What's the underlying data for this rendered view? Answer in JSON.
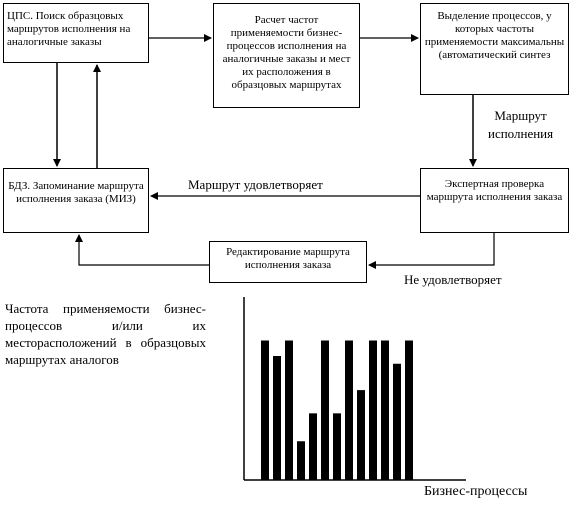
{
  "flowchart": {
    "boxes": {
      "cps": "ЦПС. Поиск образцовых маршрутов исполнения на аналогичные заказы",
      "calc": "Расчет частот применяемости бизнес-процессов исполнения на аналогичные заказы и мест их расположения в образцовых маршрутах",
      "select": "Выделение процессов, у которых частоты применяемости максимальны (автоматический синтез",
      "bdz": "БДЗ. Запоминание маршрута исполнения заказа (МИЗ)",
      "expert": "Экспертная проверка маршрута исполнения заказа",
      "edit": "Редактирование маршрута исполнения заказа"
    },
    "labels": {
      "route_line1": "Маршрут",
      "route_line2": "исполнения",
      "satisfies": "Маршрут удовлетворяет",
      "not_satisfies": "Не удовлетворяет"
    }
  },
  "chart_data": {
    "type": "bar",
    "title": "Частота применяемости бизнес-процессов и/или их месторасположений в образцовых маршрутах аналогов",
    "xlabel": "Бизнес-процессы",
    "ylabel": "",
    "ylim": [
      0,
      1
    ],
    "values": [
      0.9,
      0.8,
      0.9,
      0.25,
      0.43,
      0.9,
      0.43,
      0.9,
      0.58,
      0.9,
      0.9,
      0.75,
      0.9
    ],
    "colors": {
      "bar": "#000000",
      "axis": "#000000"
    }
  }
}
